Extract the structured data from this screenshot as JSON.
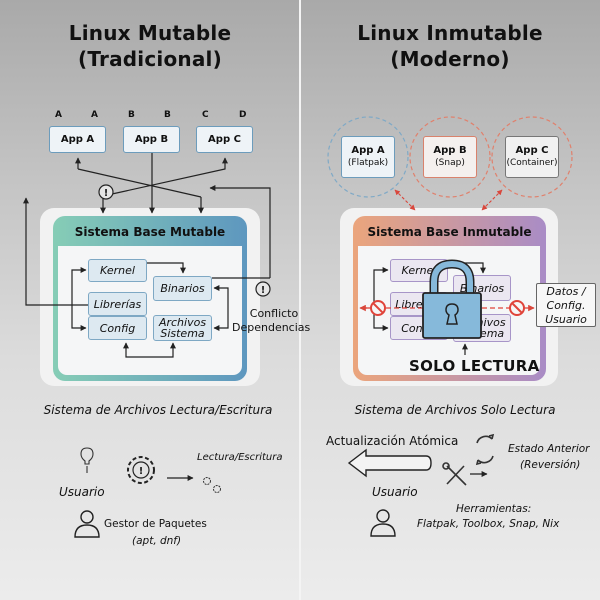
{
  "left": {
    "title_line1": "Linux Mutable",
    "title_line2": "(Tradicional)",
    "app_letters": [
      "A",
      "A",
      "B",
      "B",
      "C",
      "D"
    ],
    "apps": [
      {
        "label": "App A"
      },
      {
        "label": "App B"
      },
      {
        "label": "App C"
      }
    ],
    "system_title": "Sistema Base Mutable",
    "components": {
      "kernel": "Kernel",
      "binarios": "Binarios",
      "librerias": "Librerías",
      "config": "Config",
      "archivos_line1": "Archivos",
      "archivos_line2": "Sistema"
    },
    "conflict_line1": "Conflicto",
    "conflict_line2": "Dependencias",
    "filesystem_caption": "Sistema de Archivos Lectura/Escritura",
    "rw_label": "Lectura/Escritura",
    "user_label": "Usuario",
    "pkg_manager_line1": "Gestor de Paquetes",
    "pkg_manager_line2": "(apt, dnf)",
    "accent_colors": {
      "frame_start": "#7fc8b4",
      "frame_end": "#5e97bf",
      "box_border": "#7ea8c4"
    }
  },
  "right": {
    "title_line1": "Linux Inmutable",
    "title_line2": "(Moderno)",
    "apps": [
      {
        "label": "App A",
        "sub": "(Flatpak)"
      },
      {
        "label": "App B",
        "sub": "(Snap)"
      },
      {
        "label": "App C",
        "sub": "(Container)"
      }
    ],
    "system_title": "Sistema Base Inmutable",
    "components": {
      "kernel": "Kernel",
      "binarios": "Binarios",
      "librerias": "Librerías",
      "config": "Config",
      "archivos_line1": "Archivos",
      "archivos_line2": "Sistema"
    },
    "read_only_label": "SOLO LECTURA",
    "user_data_line1": "Datos /",
    "user_data_line2": "Config.",
    "user_data_line3": "Usuario",
    "filesystem_caption": "Sistema de Archivos Solo Lectura",
    "atomic_update_label": "Actualización Atómica",
    "previous_state_line1": "Estado Anterior",
    "previous_state_line2": "(Reversión)",
    "user_label": "Usuario",
    "tools_line1": "Herramientas:",
    "tools_line2": "Flatpak, Toolbox, Snap, Nix",
    "accent_colors": {
      "frame_start": "#e9a27c",
      "frame_end": "#a98cc6",
      "forbidden": "#e0443a",
      "lock": "#86b9da"
    }
  }
}
